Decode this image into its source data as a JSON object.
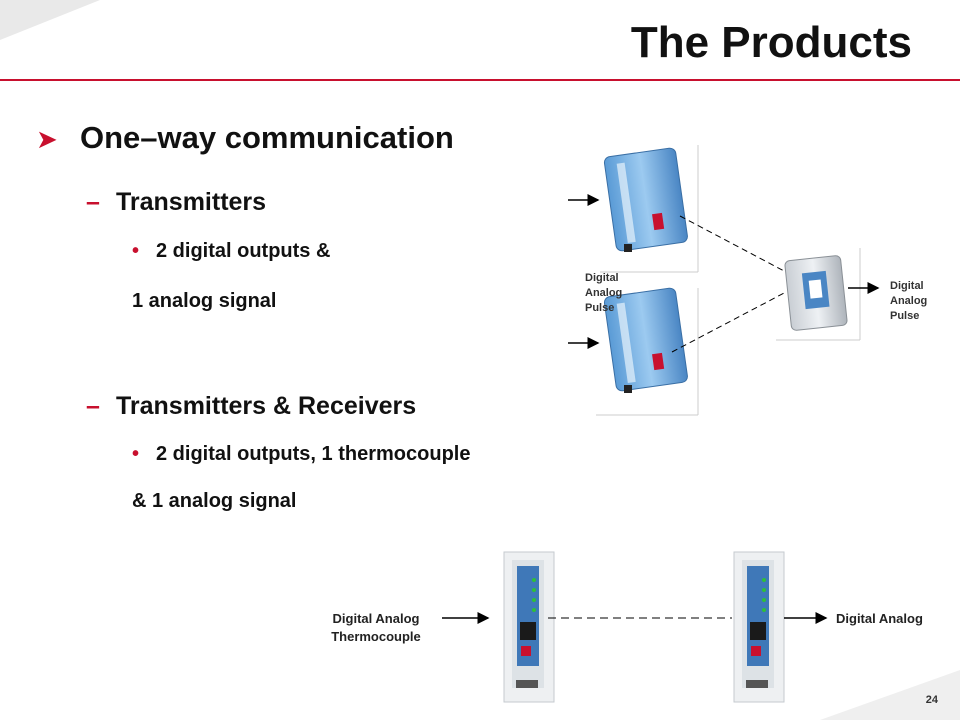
{
  "slide": {
    "title": "The Products",
    "page_number": "24",
    "accent_color": "#c8102e"
  },
  "content": {
    "heading": "One–way communication",
    "sections": [
      {
        "label": "Transmitters",
        "bullet": "2 digital outputs &",
        "continuation": "1 analog signal"
      },
      {
        "label": "Transmitters & Receivers",
        "bullet": "2 digital outputs, 1 thermocouple",
        "continuation": "& 1 analog signal"
      }
    ]
  },
  "diagram_top": {
    "input_label": [
      "Digital",
      "Analog",
      "Pulse"
    ],
    "output_label": [
      "Digital",
      "Analog",
      "Pulse"
    ]
  },
  "diagram_bottom": {
    "input_label": [
      "Digital Analog",
      "Thermocouple"
    ],
    "output_label": "Digital Analog"
  },
  "icons": {
    "heading_marker": "arrowhead-bullet-icon",
    "sub_marker": "dash-bullet-icon",
    "item_marker": "dot-bullet-icon"
  }
}
